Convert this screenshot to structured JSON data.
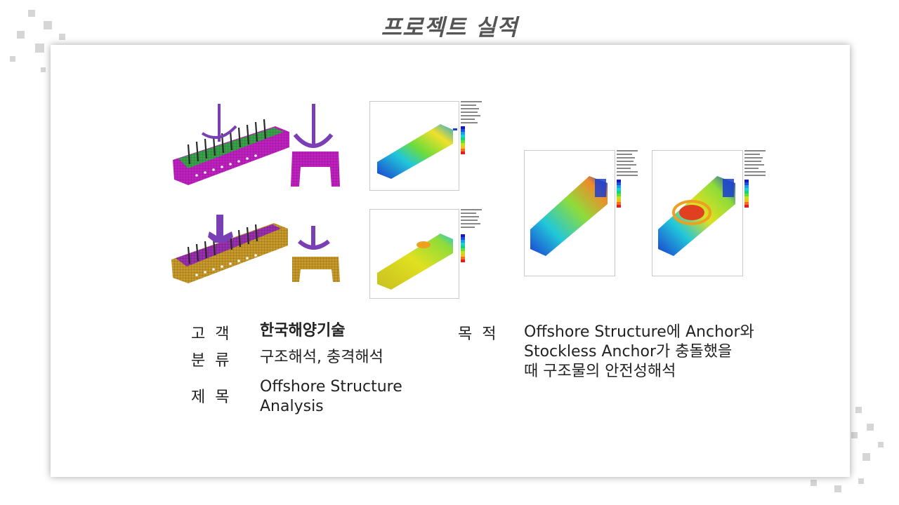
{
  "slide": {
    "title": "프로젝트 실적"
  },
  "fields": {
    "client_label": "고객",
    "client_value": "한국해양기술",
    "category_label": "분류",
    "category_value": "구조해석, 충격해석",
    "title_label": "제목",
    "title_value_line1": "Offshore Structure",
    "title_value_line2": "Analysis",
    "purpose_label": "목적",
    "purpose_line1": "Offshore Structure에 Anchor와",
    "purpose_line2": "Stockless Anchor가 충돌했을",
    "purpose_line3": "때 구조물의 안전성해석"
  },
  "colors": {
    "mesh_magenta": "#c020c0",
    "mesh_gold": "#c89a2a",
    "mesh_green": "#3aa24a",
    "anchor_purple": "#7a3fb5",
    "bolt_dark": "#2a2a2a"
  }
}
